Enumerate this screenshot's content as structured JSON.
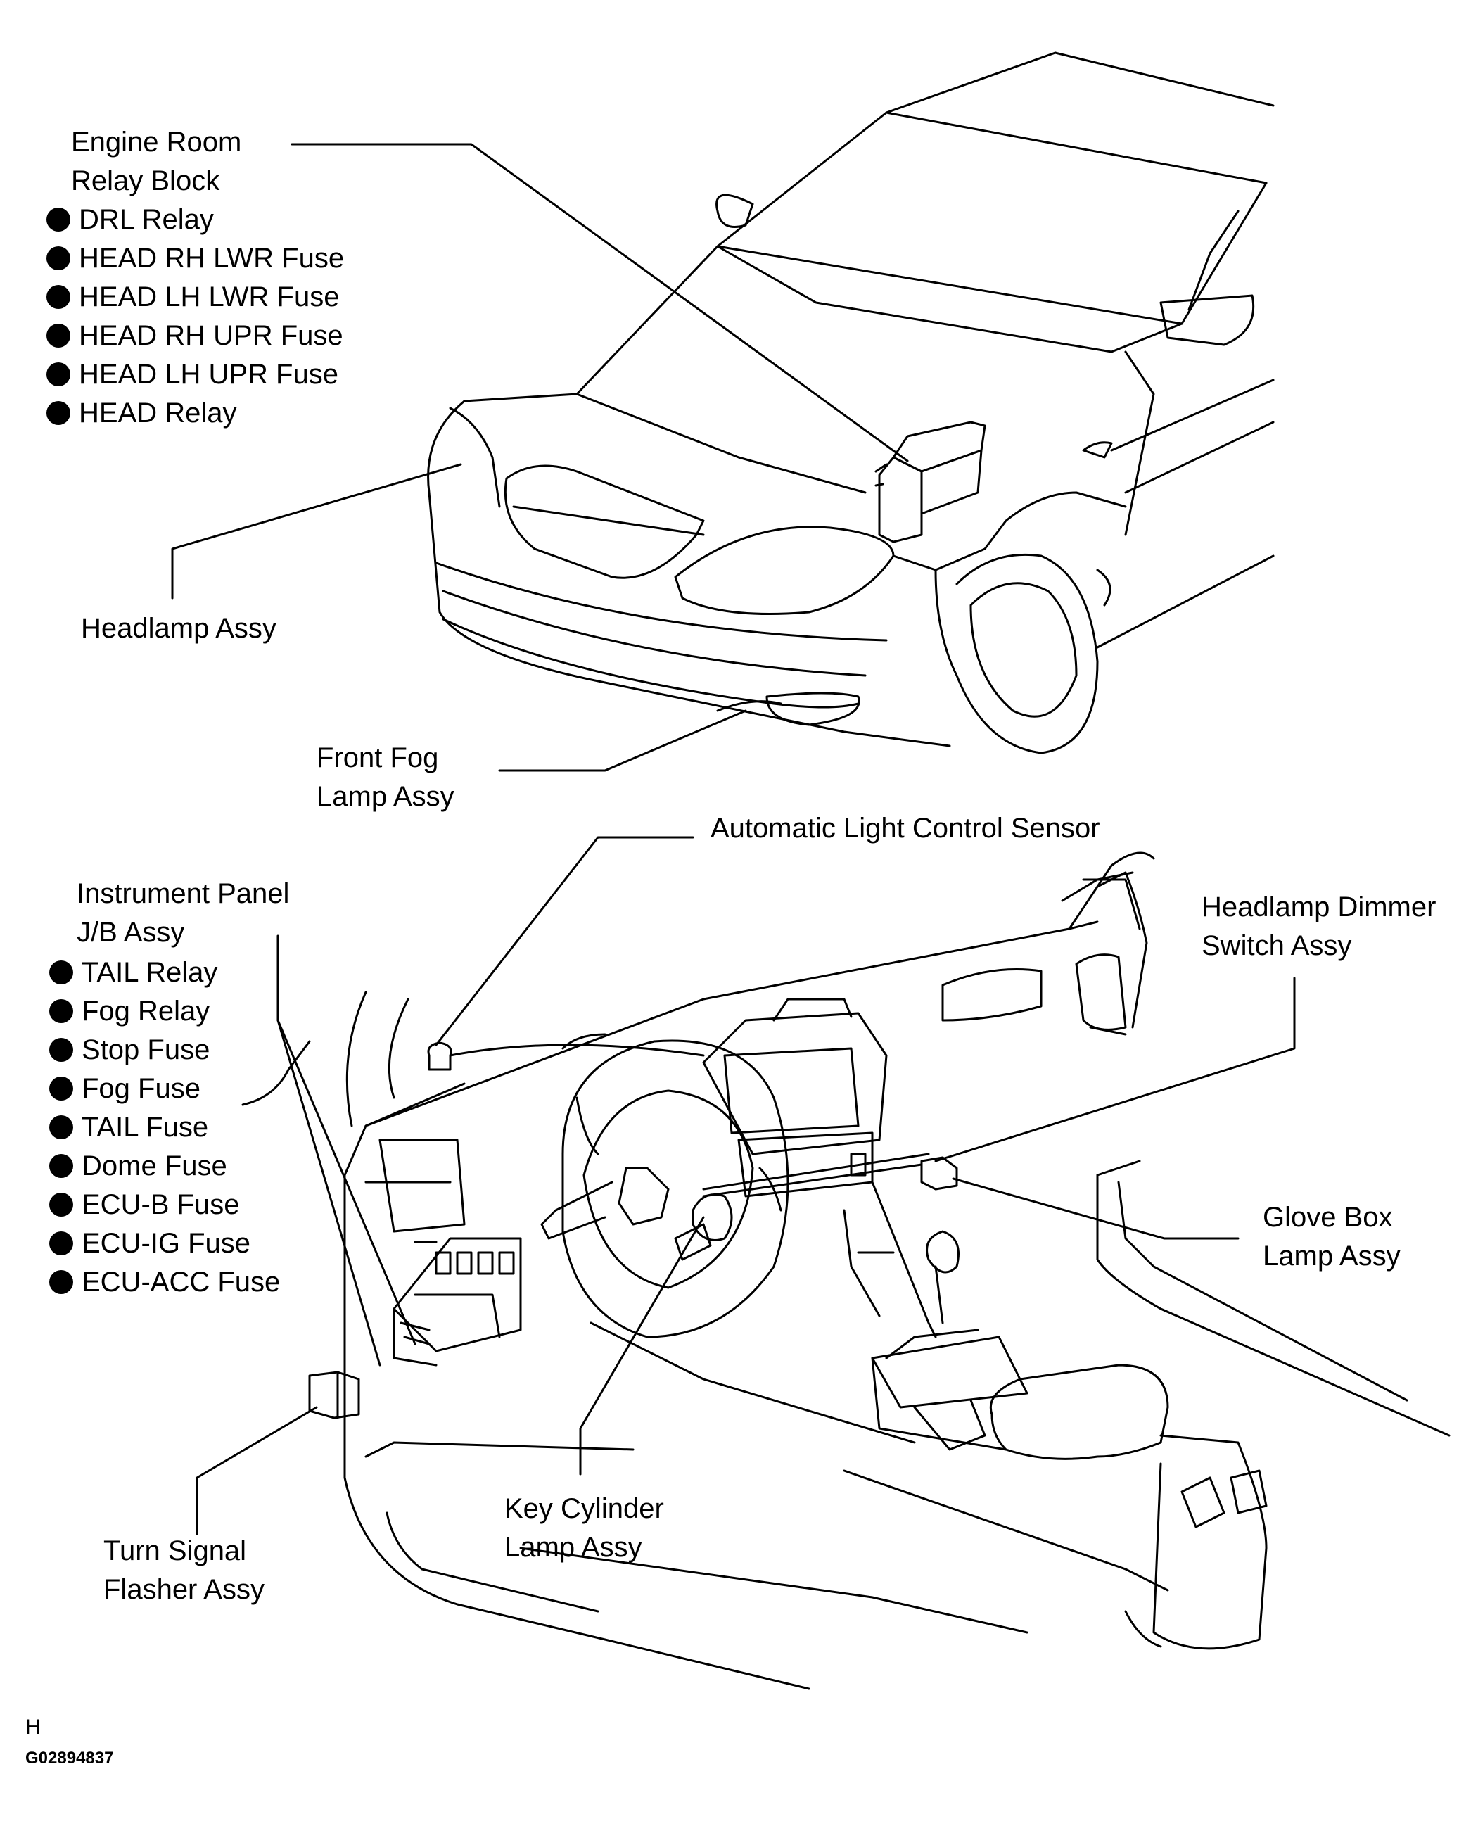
{
  "callouts": {
    "engine_room": {
      "title": [
        "Engine Room",
        "Relay Block"
      ],
      "items": [
        "DRL Relay",
        "HEAD RH LWR Fuse",
        "HEAD LH LWR Fuse",
        "HEAD RH UPR Fuse",
        "HEAD LH UPR Fuse",
        "HEAD Relay"
      ]
    },
    "headlamp": "Headlamp Assy",
    "front_fog": [
      "Front Fog",
      "Lamp Assy"
    ],
    "auto_light_sensor": "Automatic Light Control Sensor",
    "instrument_panel": {
      "title": [
        "Instrument Panel",
        "J/B Assy"
      ],
      "items": [
        "TAIL Relay",
        "Fog Relay",
        "Stop Fuse",
        "Fog Fuse",
        "TAIL Fuse",
        "Dome Fuse",
        "ECU-B Fuse",
        "ECU-IG Fuse",
        "ECU-ACC Fuse"
      ]
    },
    "dimmer_switch": [
      "Headlamp Dimmer",
      "Switch Assy"
    ],
    "glove_box": [
      "Glove Box",
      "Lamp Assy"
    ],
    "key_cylinder": [
      "Key Cylinder",
      "Lamp Assy"
    ],
    "turn_signal": [
      "Turn Signal",
      "Flasher Assy"
    ]
  },
  "footer": {
    "letter": "H",
    "code": "G02894837"
  }
}
